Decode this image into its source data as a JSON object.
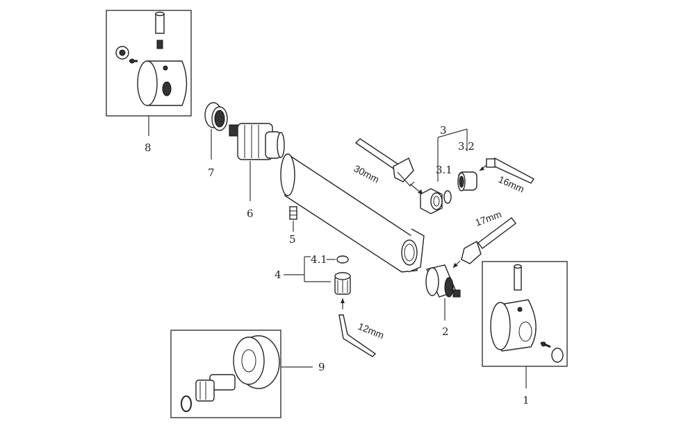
{
  "diagram": {
    "labels": {
      "p1": "1",
      "p2": "2",
      "p3": "3",
      "p3_1": "3.1",
      "p3_2": "3.2",
      "p4": "4",
      "p4_1": "4.1",
      "p5": "5",
      "p6": "6",
      "p7": "7",
      "p8": "8",
      "p9": "9"
    },
    "tools": {
      "wrench_30": "30mm",
      "hex_16": "16mm",
      "wrench_17": "17mm",
      "hex_12": "12mm"
    }
  }
}
